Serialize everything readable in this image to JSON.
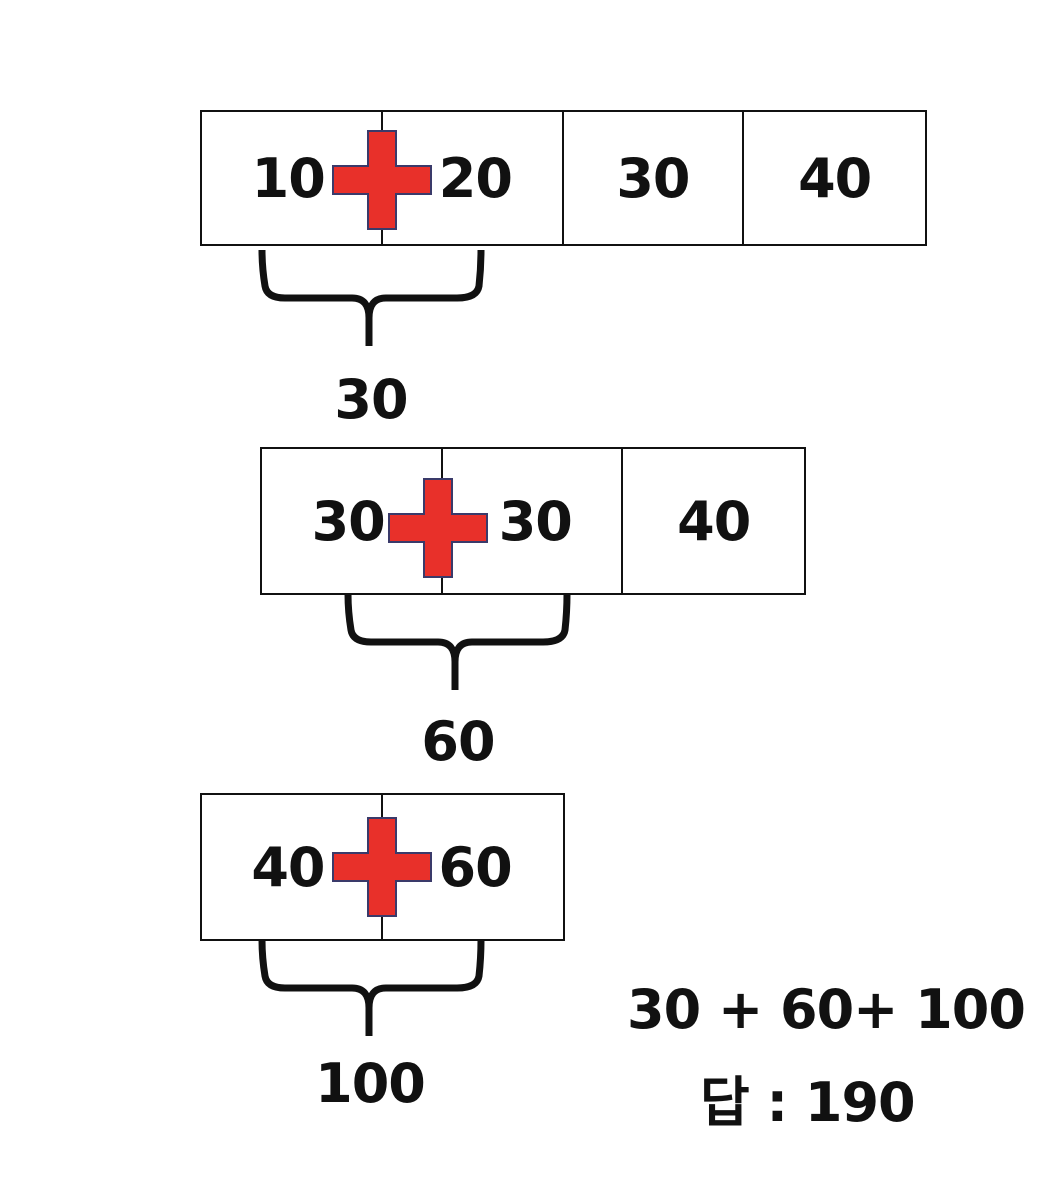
{
  "step1": {
    "cells": [
      "10",
      "20",
      "30",
      "40"
    ],
    "sum": "30"
  },
  "step2": {
    "cells": [
      "30",
      "30",
      "40"
    ],
    "sum": "60"
  },
  "step3": {
    "cells": [
      "40",
      "60"
    ],
    "sum": "100"
  },
  "summary": {
    "expression": "30 + 60+ 100",
    "answer": "답 : 190"
  },
  "colors": {
    "plus_fill": "#e8302a",
    "plus_stroke": "#3a3a6a",
    "ink": "#111111"
  },
  "icons": {
    "operator": "plus-icon",
    "grouping": "curly-brace-icon"
  }
}
